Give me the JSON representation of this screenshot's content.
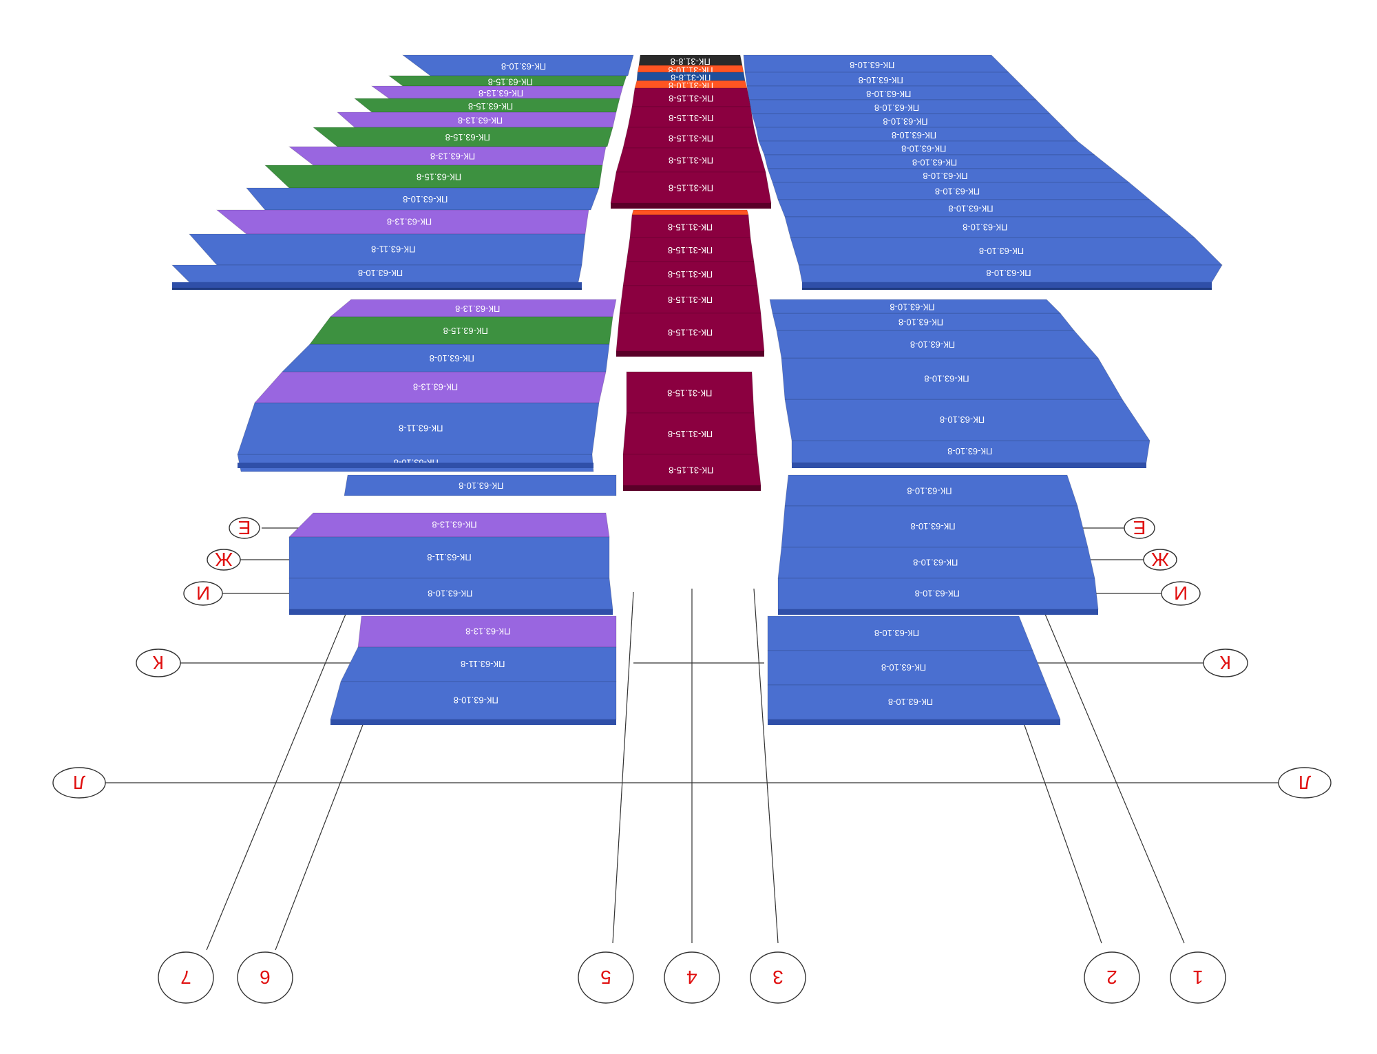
{
  "colors": {
    "blue": "#4a6fd0",
    "purple": "#9966e0",
    "green": "#3d9140",
    "crimson": "#8b0040",
    "black": "#2a2a2a",
    "orange": "#ff5522",
    "darkblue": "#1f4f9c",
    "axis_text": "#e01010"
  },
  "axes": {
    "letters": [
      "Е",
      "Ж",
      "И",
      "К",
      "Л"
    ],
    "numbers": [
      "7",
      "6",
      "5",
      "4",
      "3",
      "2",
      "1"
    ]
  },
  "panels": {
    "b63_10": "ПК-63.10-8",
    "b63_11": "ПК-63.11-8",
    "b63_13": "ПК-63.13-8",
    "b63_15": "ПК-63.15-8",
    "b31_15": "ПК-31.15-8",
    "b31_10": "ПК-31.10-8",
    "b31_8": "ПК-31.8-8"
  }
}
